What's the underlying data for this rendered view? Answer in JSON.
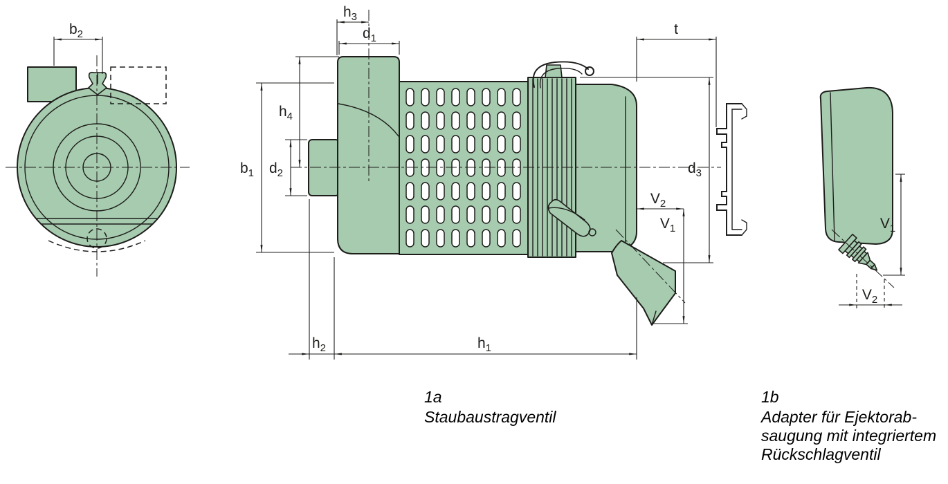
{
  "drawing": {
    "colors": {
      "body_fill": "#a6cbae",
      "slot_fill": "#ffffff",
      "line": "#1d1d1b"
    },
    "dims": {
      "b2": {
        "main": "b",
        "sub": "2"
      },
      "h3": {
        "main": "h",
        "sub": "3"
      },
      "d1": {
        "main": "d",
        "sub": "1"
      },
      "h4": {
        "main": "h",
        "sub": "4"
      },
      "b1": {
        "main": "b",
        "sub": "1"
      },
      "d2": {
        "main": "d",
        "sub": "2"
      },
      "t": {
        "main": "t",
        "sub": ""
      },
      "d3": {
        "main": "d",
        "sub": "3"
      },
      "v2_side": {
        "main": "V",
        "sub": "2"
      },
      "v1_side": {
        "main": "V",
        "sub": "1"
      },
      "h2": {
        "main": "h",
        "sub": "2"
      },
      "h1": {
        "main": "h",
        "sub": "1"
      },
      "v1_adapter": {
        "main": "V",
        "sub": "1"
      },
      "v2_adapter": {
        "main": "V",
        "sub": "2"
      }
    },
    "captions": {
      "fig_a_number": "1a",
      "fig_a_label": "Staubaustragventil",
      "fig_b_number": "1b",
      "fig_b_line1": "Adapter für Ejektorab-",
      "fig_b_line2": "saugung mit integriertem",
      "fig_b_line3": "Rückschlagventil"
    }
  }
}
